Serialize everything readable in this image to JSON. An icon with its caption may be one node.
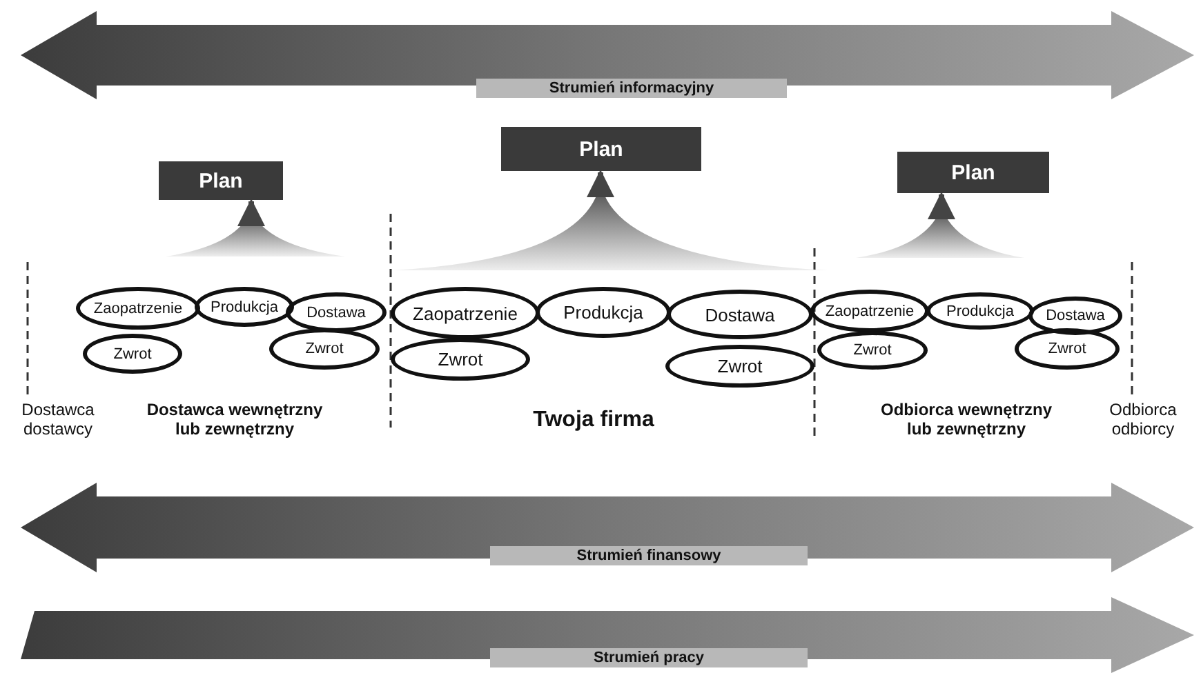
{
  "diagram": {
    "nodes": [
      {
        "text": [
          "Plan"
        ]
      },
      {
        "text": [
          "Zaopatrzenie"
        ]
      },
      {
        "text": [
          "Produkcja"
        ]
      },
      {
        "text": [
          "Dostawa"
        ]
      },
      {
        "text": [
          "Zwrot"
        ]
      },
      {
        "text": [
          "Zwrot"
        ]
      },
      {
        "text": [
          "Plan"
        ]
      },
      {
        "text": [
          "Zaopatrzenie"
        ]
      },
      {
        "text": [
          "Produkcja"
        ]
      },
      {
        "text": [
          "Dostawa"
        ]
      },
      {
        "text": [
          "Zwrot"
        ]
      },
      {
        "text": [
          "Zwrot"
        ]
      },
      {
        "text": [
          "Plan"
        ]
      },
      {
        "text": [
          "Zaopatrzenie"
        ]
      },
      {
        "text": [
          "Produkcja"
        ]
      },
      {
        "text": [
          "Dostawa"
        ]
      },
      {
        "text": [
          "Zwrot"
        ]
      },
      {
        "text": [
          "Zwrot"
        ]
      },
      {
        "text": [],
        "shape": "fan"
      },
      {
        "text": [],
        "shape": "fan"
      },
      {
        "text": [],
        "shape": "fan"
      }
    ],
    "edges": [
      {
        "from": 18,
        "to": 0,
        "arrow": "to"
      },
      {
        "from": 19,
        "to": 6,
        "arrow": "to"
      },
      {
        "from": 20,
        "to": 12,
        "arrow": "to"
      }
    ],
    "labels": [
      "Strumień informacyjny",
      "Dostawca dostawcy",
      "Dostawca wewnętrzny lub zewnętrzny",
      "Twoja firma",
      "Odbiorca wewnętrzny lub zewnętrzny",
      "Odbiorca odbiorcy",
      "Strumień finansowy",
      "Strumień pracy"
    ]
  }
}
